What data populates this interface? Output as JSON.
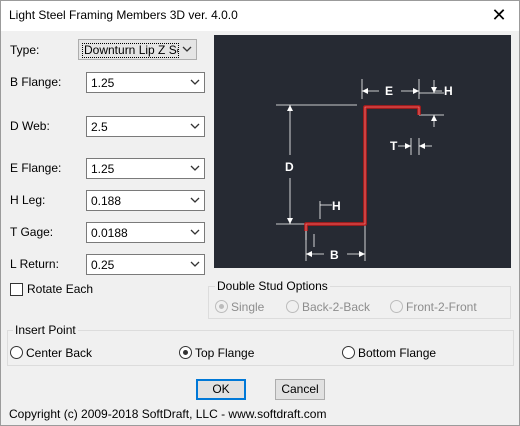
{
  "window": {
    "title": "Light Steel Framing Members 3D ver. 4.0.0",
    "close_glyph": "✕"
  },
  "form": {
    "type_label": "Type:",
    "type_value": "Downturn Lip Z Sec",
    "b_flange_label": "B Flange:",
    "b_flange_value": "1.25",
    "d_web_label": "D Web:",
    "d_web_value": "2.5",
    "e_flange_label": "E Flange:",
    "e_flange_value": "1.25",
    "h_leg_label": "H Leg:",
    "h_leg_value": "0.188",
    "t_gage_label": "T Gage:",
    "t_gage_value": "0.0188",
    "l_return_label": "L Return:",
    "l_return_value": "0.25",
    "rotate_each_label": "Rotate Each",
    "rotate_each_checked": false
  },
  "preview": {
    "background": "#262a33",
    "profile_color": "#c01818",
    "dim_labels": {
      "e": "E",
      "h_top": "H",
      "t": "T",
      "d": "D",
      "h_bottom": "H",
      "b": "B"
    }
  },
  "double_stud": {
    "title": "Double Stud Options",
    "options": [
      "Single",
      "Back-2-Back",
      "Front-2-Front"
    ],
    "selected": "Single",
    "enabled": false
  },
  "insert_point": {
    "title": "Insert Point",
    "options": [
      "Center Back",
      "Top Flange",
      "Bottom Flange"
    ],
    "selected": "Top Flange"
  },
  "buttons": {
    "ok": "OK",
    "cancel": "Cancel"
  },
  "footer": {
    "copyright": "Copyright (c) 2009-2018 SoftDraft, LLC - www.softdraft.com"
  },
  "colors": {
    "accent": "#0078d7",
    "profile": "#c01818"
  }
}
